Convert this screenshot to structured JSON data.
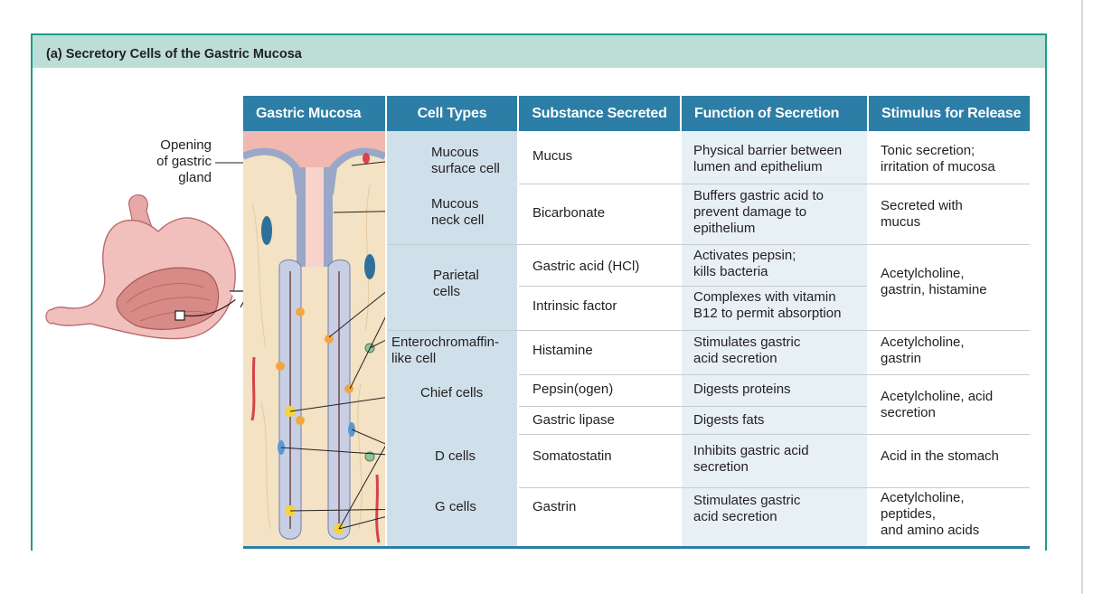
{
  "panel_title": "(a) Secretory Cells of the Gastric Mucosa",
  "stomach_label": "Opening\nof gastric\ngland",
  "headers": [
    "Gastric Mucosa",
    "Cell Types",
    "Substance Secreted",
    "Function of Secretion",
    "Stimulus for Release"
  ],
  "cell_types": [
    "Mucous\nsurface cell",
    "Mucous\nneck cell",
    "Parietal\ncells",
    "Enterochromaffin-\nlike cell",
    "Chief cells",
    "D cells",
    "G cells"
  ],
  "substances": [
    "Mucus",
    "Bicarbonate",
    "Gastric acid (HCl)",
    "Intrinsic factor",
    "Histamine",
    "Pepsin(ogen)",
    "Gastric lipase",
    "Somatostatin",
    "Gastrin"
  ],
  "functions": [
    "Physical barrier between\nlumen and epithelium",
    "Buffers gastric acid to\nprevent damage to\nepithelium",
    "Activates pepsin;\nkills bacteria",
    "Complexes with vitamin\nB12 to permit absorption",
    "Stimulates gastric\nacid secretion",
    "Digests proteins",
    "Digests fats",
    "Inhibits gastric acid\nsecretion",
    "Stimulates gastric\nacid secretion"
  ],
  "stimuli": [
    "Tonic secretion;\nirritation of mucosa",
    "Secreted with\nmucus",
    "Acetylcholine,\ngastrin, histamine",
    "Acetylcholine,\ngastrin",
    "Acetylcholine, acid\nsecretion",
    "Acid in the stomach",
    "Acetylcholine,\npeptides,\nand amino acids"
  ],
  "colors": {
    "header_bg": "#2c7ea6",
    "title_bar_bg": "#bcded6",
    "frame_border": "#1e9c8c",
    "cell_type_bg": "#cfe0ea",
    "function_bg": "#e7f0f5"
  }
}
